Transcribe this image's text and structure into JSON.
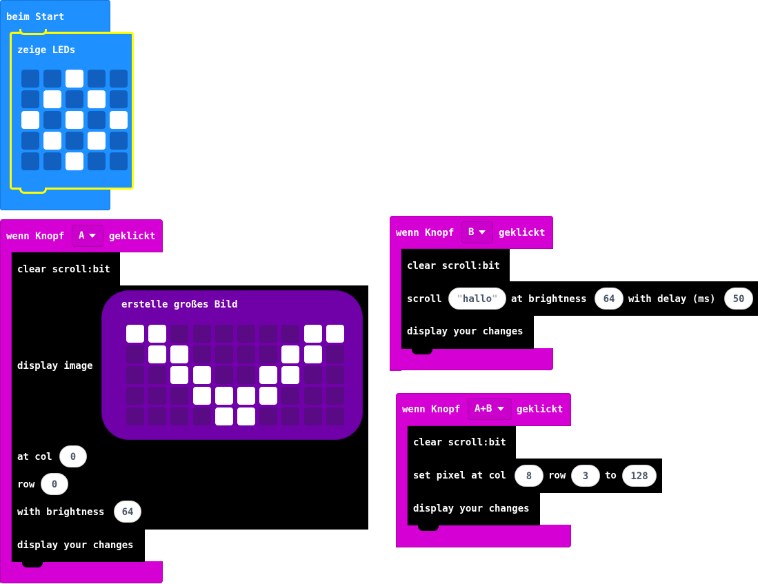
{
  "start_block": {
    "label": "beim Start",
    "show_leds_label": "zeige LEDs"
  },
  "led_grid": [
    [
      0,
      0,
      1,
      0,
      0
    ],
    [
      0,
      1,
      0,
      1,
      0
    ],
    [
      1,
      0,
      1,
      0,
      1
    ],
    [
      0,
      1,
      0,
      1,
      0
    ],
    [
      0,
      0,
      1,
      0,
      0
    ]
  ],
  "button_a_event": {
    "wenn": "wenn Knopf",
    "button": "A",
    "geklickt": "geklickt",
    "clear": "clear scroll:bit",
    "display_image": "display image",
    "big_image_label": "erstelle großes Bild",
    "at_col": "at col",
    "col": "0",
    "row_label": "row",
    "row": "0",
    "with_brightness": "with brightness",
    "brightness": "64",
    "display_changes": "display your changes"
  },
  "big_image_grid": [
    [
      1,
      1,
      0,
      0,
      0,
      0,
      0,
      0,
      1,
      1
    ],
    [
      0,
      1,
      1,
      0,
      0,
      0,
      0,
      1,
      1,
      0
    ],
    [
      0,
      0,
      1,
      1,
      0,
      0,
      1,
      1,
      0,
      0
    ],
    [
      0,
      0,
      0,
      1,
      1,
      1,
      1,
      0,
      0,
      0
    ],
    [
      0,
      0,
      0,
      0,
      1,
      1,
      0,
      0,
      0,
      0
    ]
  ],
  "button_b_event": {
    "wenn": "wenn Knopf",
    "button": "B",
    "geklickt": "geklickt",
    "clear": "clear scroll:bit",
    "scroll": "scroll",
    "text_open": "\"",
    "text": "hallo",
    "text_close": "\"",
    "at_brightness": "at brightness",
    "brightness": "64",
    "with_delay": "with delay (ms)",
    "delay": "50",
    "display_changes": "display your changes"
  },
  "button_ab_event": {
    "wenn": "wenn Knopf",
    "button": "A+B",
    "geklickt": "geklickt",
    "clear": "clear scroll:bit",
    "set_pixel": "set pixel at col",
    "col": "8",
    "row_label": "row",
    "row": "3",
    "to_label": "to",
    "value": "128",
    "display_changes": "display your changes"
  },
  "colors": {
    "basic_blue": "#1e90ff",
    "event_magenta": "#d400d4",
    "scrollbit_black": "#000000",
    "image_purple": "#7000a8",
    "highlight_yellow": "#ffff00"
  }
}
